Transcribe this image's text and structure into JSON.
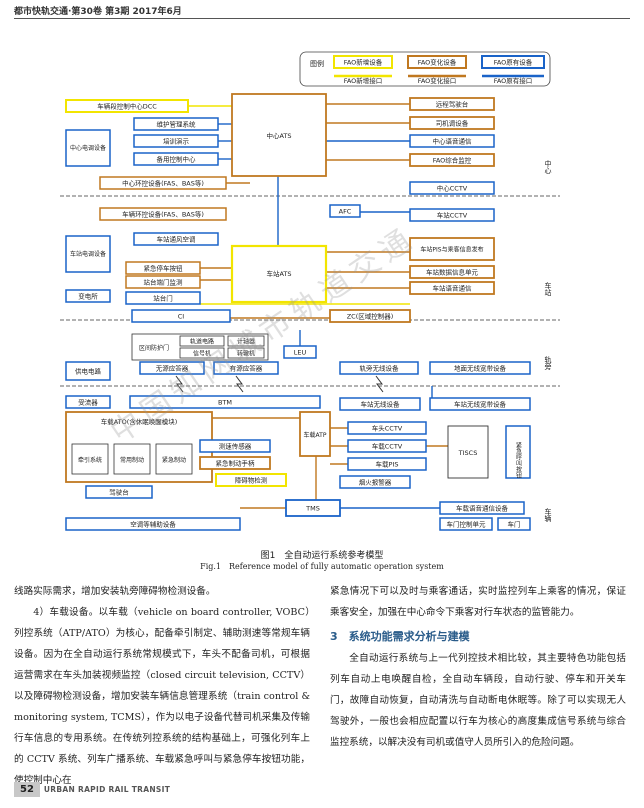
{
  "header": {
    "journal": "都市快轨交通·第30卷 第3期 2017年6月"
  },
  "legend": {
    "title": "图例",
    "new_device": "FAO新增设备",
    "changed_device": "FAO变化设备",
    "existing_device": "FAO原有设备",
    "new_interface": "FAO新增接口",
    "changed_interface": "FAO变化接口",
    "existing_interface": "FAO原有接口"
  },
  "diagram": {
    "dcc": "车辆段控制中心DCC",
    "maintenance_mgmt": "维护管理系统",
    "training": "培训演示",
    "backup_center": "备用控制中心",
    "center_ats": "中心ATS",
    "center_power": "中心电调设备",
    "center_fas_bas": "中心环控设备(FAS、BAS等)",
    "depot_env": "车辆环控设备(FAS、BAS等)",
    "station_ventilation": "车站通风空调",
    "station_power": "车站电调设备",
    "emergency_stop_btn": "紧急停车按钮",
    "platform_door_monitor": "站台端门监测",
    "platform_door": "站台门",
    "substation": "变电所",
    "station_ats": "车站ATS",
    "afc": "AFC",
    "remote_driving": "远程驾驶台",
    "driver_dispatch": "司机调设备",
    "center_voice": "中心语音通信",
    "fao_monitor": "FAO综合监控",
    "center_cctv": "中心CCTV",
    "station_cctv": "车站CCTV",
    "station_pis": "车站PIS与乘客信息发布",
    "station_data_unit": "车站数据信息单元",
    "station_voice": "车站语音通信",
    "ci": "CI",
    "zc": "ZC(区域控制器)",
    "interlock_door": "区间防护门",
    "track_circuit": "轨道电路",
    "axle_counter": "计轴器",
    "signal": "信号机",
    "switch": "转辙机",
    "leu": "LEU",
    "power_supply": "供电电路",
    "passive_balise": "无源应答器",
    "active_balise": "有源应答器",
    "trackside_wireless": "轨旁无线设备",
    "ground_wireless": "地面无线宽带设备",
    "receiver": "受流器",
    "btm": "BTM",
    "onboard_wireless": "车站无线设备",
    "onboard_wireless2": "车站无线宽带设备",
    "onboard_ato": "车载ATO(含休眠唤醒模块)",
    "traction": "牵引系统",
    "regular_brake": "常用制动",
    "emergency_brake": "紧急制动",
    "speed_sensor": "测速传感器",
    "emergency_handle": "紧急制动手柄",
    "obstacle_detect": "障碍物检测",
    "onboard_atp": "车载ATP",
    "train_head_cctv": "车头CCTV",
    "train_cctv": "车载CCTV",
    "train_pis": "车载PIS",
    "fire_alarm": "烟火报警器",
    "tiscs": "TISCS",
    "emergency_call": "紧急呼叫按钮",
    "driver_console": "驾驶台",
    "tms": "TMS",
    "train_voice": "车载语音通信设备",
    "door_control": "车门控制单元",
    "car_door": "车门",
    "hvac_aux": "空调等辅助设备",
    "layer_center": "中心",
    "layer_station": "车站",
    "layer_track": "轨旁",
    "layer_vehicle": "车辆"
  },
  "figure": {
    "caption_zh": "图1　全自动运行系统参考模型",
    "caption_en": "Fig.1　Reference model of fully automatic operation system"
  },
  "body": {
    "left_para1": "线路实际需求，增加安装轨旁障碍物检测设备。",
    "left_para2": "4）车载设备。以车载（vehicle on board controller, VOBC）列控系统（ATP/ATO）为核心，配备牵引制定、辅助测速等常规车辆设备。因为在全自动运行系统常规模式下，车头不配备司机，可根据运营需求在车头加装视频监控（closed circuit television, CCTV）以及障碍物检测设备，增加安装车辆信息管理系统（train control & monitoring system, TCMS），作为以电子设备代替司机采集及传输行车信息的专用系统。在传统列控系统的结构基础上，可强化列车上的 CCTV 系统、列车广播系统、车载紧急呼叫与紧急停车按钮功能，使控制中心在",
    "right_para1": "紧急情况下可以及时与乘客通话，实时监控列车上乘客的情况，保证乘客安全，加强在中心命令下乘客对行车状态的监管能力。",
    "section_title": "3　系统功能需求分析与建模",
    "right_para2": "全自动运行系统与上一代列控技术相比较，其主要特色功能包括列车自动上电唤醒自检，全自动车辆段，自动行驶、停车和开关车门，故障自动恢复，自动清洗与自动断电休眠等。除了可以实现无人驾驶外，一般也会相应配置以行车为核心的高度集成信号系统与综合监控系统，以解决没有司机或值守人员所引入的危险问题。"
  },
  "footer": {
    "page": "52",
    "journal_en": "URBAN RAPID RAIL TRANSIT"
  },
  "watermark": "中国知网城市轨道交通",
  "colors": {
    "new": "#f2e500",
    "changed": "#c07820",
    "existing": "#1a63c8",
    "section": "#2a5c8a"
  }
}
